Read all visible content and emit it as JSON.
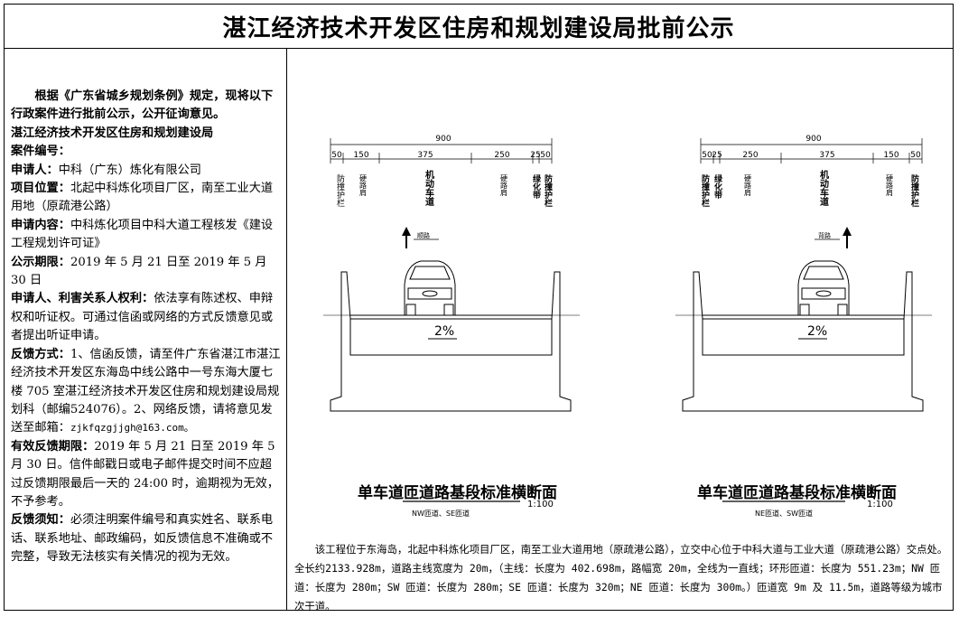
{
  "title": "湛江经济技术开发区住房和规划建设局批前公示",
  "notice": {
    "intro": "根据《广东省城乡规划条例》规定，现将以下行政案件进行批前公示，公开征询意见。",
    "issuer": "湛江经济技术开发区住房和规划建设局",
    "case_no_label": "案件编号：",
    "applicant_label": "申请人：",
    "applicant": "中科（广东）炼化有限公司",
    "location_label": "项目位置：",
    "location": "北起中科炼化项目厂区，南至工业大道用地（原疏港公路）",
    "content_label": "申请内容：",
    "content": "中科炼化项目中科大道工程核发《建设工程规划许可证》",
    "period_label": "公示期限：",
    "period": "2019 年 5 月 21 日至 2019 年 5 月 30 日",
    "rights_label": "申请人、利害关系人权利：",
    "rights": "依法享有陈述权、申辩权和听证权。可通过信函或网络的方式反馈意见或者提出听证申请。",
    "feedback_label": "反馈方式：",
    "feedback": "1、信函反馈，请至件广东省湛江市湛江经济技术开发区东海岛中线公路中一号东海大厦七楼 705 室湛江经济技术开发区住房和规划建设局规划科（邮编524076）。2、网络反馈，请将意见发送至邮箱：",
    "email": "zjkfqzgjjgh@163.com。",
    "valid_label": "有效反馈期限：",
    "valid": "2019 年 5 月 21 日至 2019 年 5 月 30 日。信件邮戳日或电子邮件提交时间不应超过反馈期限最后一天的 24:00 时，逾期视为无效，不予参考。",
    "notice_label": "反馈须知：",
    "notice_text": "必须注明案件编号和真实姓名、联系电话、联系地址、邮政编码，如反馈信息不准确或不完整，导致无法核实有关情况的视为无效。"
  },
  "drawings": [
    {
      "total": "900",
      "dims": [
        "50",
        "150",
        "375",
        "250",
        "25",
        "50"
      ],
      "lanes": [
        "防撞护栏",
        "硬路肩",
        "机动车道",
        "硬路肩",
        "绿化带",
        "防撞护栏"
      ],
      "arrow_label": "顺路",
      "slope": "2%",
      "title": "单车道匝道路基段标准横断面",
      "scale": "1:100",
      "subtitle": "NW匝道、SE匝道"
    },
    {
      "total": "900",
      "dims": [
        "50",
        "25",
        "250",
        "375",
        "150",
        "50"
      ],
      "lanes": [
        "防撞护栏",
        "绿化带",
        "硬路肩",
        "机动车道",
        "硬路肩",
        "防撞护栏"
      ],
      "arrow_label": "背路",
      "slope": "2%",
      "title": "单车道匝道路基段标准横断面",
      "scale": "1:100",
      "subtitle": "NE匝道、SW匝道"
    }
  ],
  "description": "该工程位于东海岛，北起中科炼化项目厂区，南至工业大道用地（原疏港公路），立交中心位于中科大道与工业大道（原疏港公路）交点处。全长约2133.928m，道路主线宽度为 20m，（主线：长度为 402.698m，路幅宽 20m，全线为一直线；环形匝道：长度为 551.23m；NW 匝道：长度为 280m；SW 匝道：长度为 280m；SE 匝道：长度为 320m；NE 匝道：长度为 300m。）匝道宽 9m 及 11.5m，道路等级为城市次干道。"
}
